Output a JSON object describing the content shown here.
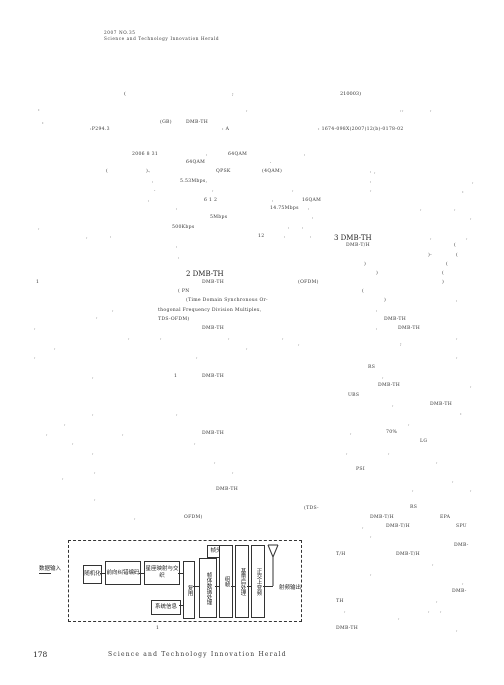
{
  "header": {
    "year_issue": "2007  NO.35",
    "journal": "Science and Technology Innovation Herald"
  },
  "abstract": {
    "paren_open": "(",
    "semicolon": ";",
    "postcode": "210003)",
    "mark_a": ":",
    "comma_a": ",",
    "comma_b": ",",
    "comma_c": ",",
    "kw_colon": ":",
    "kw_gb": "(GB)",
    "kw_dmb": "DMB-TH",
    "clc": ":P294.3",
    "doc_code": ": A",
    "article_no": ": 1674-098X(2007)12(b)-0178-02"
  },
  "left_column": {
    "l1": "2006     8     31",
    "l1b": ",",
    "l1c": "64QAM",
    "l1d": ",",
    "l2": "64QAM",
    "l2b": ".",
    "l3a": "(",
    "l3b": ")、",
    "l3c": "QPSK",
    "l3d": "(4QAM)",
    "l3e": ",",
    "l4a": ",",
    "l4b": "5.53Mbps,",
    "l4c": ",",
    "l5a": ",",
    "l5b": "6    1 2",
    "l5c": ",",
    "l5d": "16QAM",
    "l6a": ",",
    "l6b": "14.75Mbps",
    "l6c": ",",
    "l7": "5Mbps",
    "l7b": ",",
    "l8": "500Kbps",
    "l8b": ",",
    "l8c": ",",
    "l9a": ",",
    "l9b": "12",
    "l9c": ",",
    "l9d": ",",
    "l10": ",",
    "l11": ",",
    "sec2_title": "2  DMB-TH",
    "s2a": "1",
    "s2b": "DMB-TH",
    "s2c": "(OFDM)",
    "s2d": "(     PN",
    "s2e": "(Time  Domain  Synchronous  Or-",
    "s2f": "thogonal Frequency Division Multiplex,",
    "s2g": "TDS-OFDM)",
    "s2h": "DMB-TH",
    "s2i": "1",
    "s2j": "DMB-TH",
    "s2k": "DMB-TH",
    "s2l": "(TDS-",
    "s2m": "OFDM)",
    "fig_caption": "1",
    "dots": [
      ".",
      ",",
      ",",
      ",",
      ",",
      ",",
      ",",
      ",",
      ",",
      ",",
      ",",
      ",",
      ",",
      ",",
      ",",
      ",",
      ",",
      ",",
      ",",
      ",",
      ",",
      ",",
      ",",
      ",",
      ",",
      ",",
      ",",
      ",",
      ",",
      ",",
      ",",
      ","
    ]
  },
  "right_column": {
    "sec3_title": "3  DMB-TH",
    "r1": "DMB-T/H",
    "r1b": "(",
    "r2a": ")-",
    "r2b": "(",
    "r3a": ")",
    "r3b": "(",
    "r4a": ")",
    "r4b": "(",
    "r5a": ")",
    "r6a": "(",
    "r7a": ")",
    "r7b": ",",
    "r8a": ",",
    "r8b": "DMB-TH",
    "r9a": ",",
    "r9b": "DMB-TH",
    "r10": "RS",
    "r11": "DMB-TH",
    "r12": "UBS",
    "r13": "DMB-TH",
    "r14": "70%",
    "r15": "LG",
    "r16": "PSI",
    "r17": "RS",
    "r18a": "DMB-T/H",
    "r18b": "EPA",
    "r19a": "DMB-T/H",
    "r19b": "SPU",
    "r20": "DMB-",
    "r21a": "T/H",
    "r21b": "DMB-T/H",
    "r22": "DMB-",
    "r23": "TH",
    "r24": "DMB-TH",
    "dots": [
      ",",
      ",",
      ",",
      ",",
      ",",
      ",",
      ",",
      ";",
      ",",
      ",",
      ",",
      ",",
      ",",
      ":",
      ",",
      ",",
      ",",
      ",",
      ",",
      ",",
      ",",
      ",",
      ",",
      ",",
      ",",
      ",",
      ",",
      ",",
      ",",
      ",",
      ",",
      ":",
      ",",
      ",",
      ",",
      ","
    ]
  },
  "figure": {
    "input_label": "数据输入",
    "output_label": "射频输出",
    "scramble": "随机化",
    "fec": "前向纠错编码",
    "interleave": "星座映射与交织",
    "sysinfo": "系统信息",
    "mux": "复用",
    "header_box": "帧头",
    "frame_body": "帧体数据处理",
    "framing": "组帧",
    "shaping": "基带后处理",
    "upconv": "正交上变频"
  },
  "footer": {
    "page_number": "178",
    "journal": "Science and Technology Innovation Herald"
  }
}
